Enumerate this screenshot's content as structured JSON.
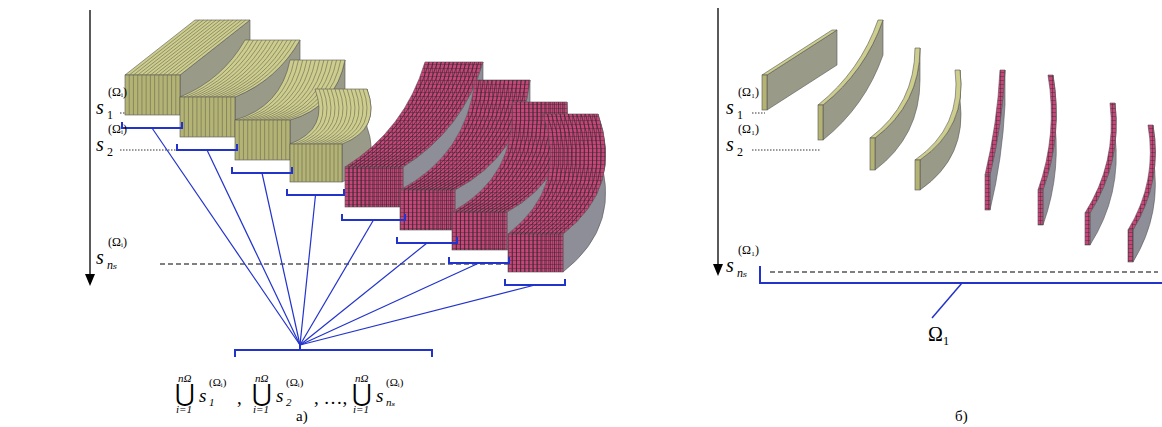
{
  "diagram": {
    "labels": [
      "s",
      "1",
      "(Ωᵢ)",
      "s",
      "2",
      "(Ωᵢ)",
      "s",
      "nₛ",
      "(Ωᵢ)",
      "nΩ",
      "⋃",
      "i=1",
      "s",
      "1",
      "(Ωᵢ)",
      ",",
      "nΩ",
      "⋃",
      "i=1",
      "s",
      "2",
      "(Ωᵢ)",
      ", …,",
      "nΩ",
      "⋃",
      "i=1",
      "s",
      "nₛ",
      "(Ωᵢ)",
      "а)",
      "s",
      "1",
      "(Ω₁)",
      "s",
      "2",
      "(Ω₁)",
      "s",
      "nₛ",
      "(Ω₁)",
      "Ω₁",
      "б)"
    ]
  }
}
